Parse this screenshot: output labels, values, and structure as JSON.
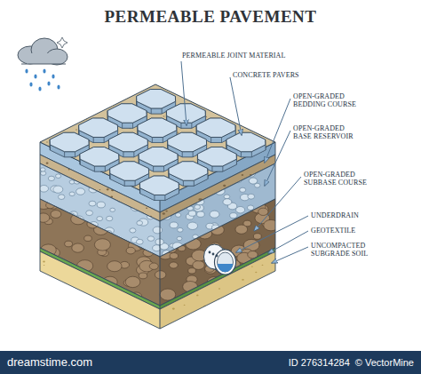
{
  "diagram": {
    "title": "PERMEABLE PAVEMENT",
    "labels": [
      "PERMEABLE JOINT MATERIAL",
      "CONCRETE PAVERS",
      "OPEN-GRADED BEDDING COURSE",
      "OPEN-GRADED BASE RESERVOIR",
      "OPEN-GRADED SUBBASE COURSE",
      "UNDERDRAIN",
      "GEOTEXTILE",
      "UNCOMPACTED SUBGRADE SOIL",
      "dreamstime.com",
      "ID 276314284",
      "© VectorMine"
    ]
  }
}
